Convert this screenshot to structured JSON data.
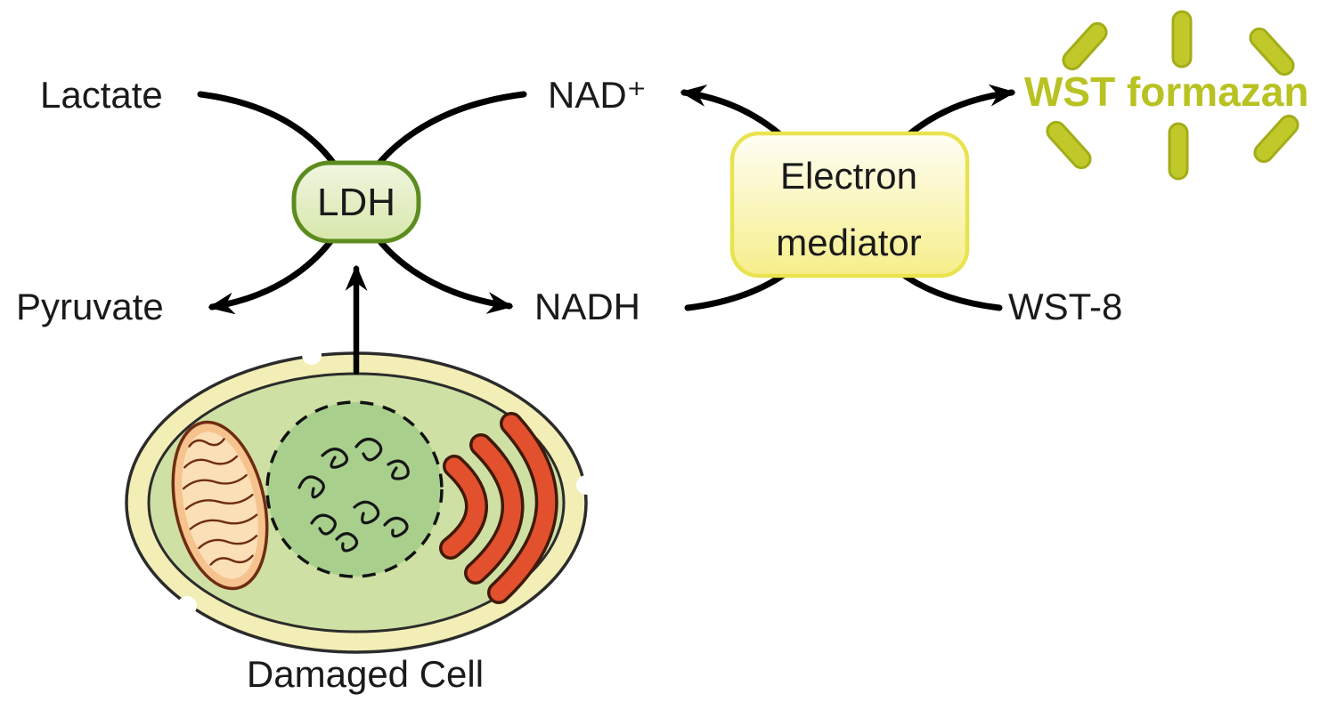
{
  "labels": {
    "lactate": "Lactate",
    "pyruvate": "Pyruvate",
    "nad_plus": "NAD⁺",
    "nadh": "NADH",
    "ldh": "LDH",
    "electron_mediator_line1": "Electron",
    "electron_mediator_line2": "mediator",
    "wst_formazan": "WST formazan",
    "wst8": "WST-8",
    "damaged_cell": "Damaged Cell"
  },
  "colors": {
    "arrow": "#000000",
    "ldh_box_border": "#5c8c1e",
    "ldh_box_fill_top": "#f0f6e0",
    "ldh_box_fill_bottom": "#d7e7ab",
    "mediator_box_border": "#e8e34f",
    "mediator_box_fill_top": "#fffef5",
    "mediator_box_fill_bottom": "#f6ee8a",
    "wst_formazan_text": "#b8c222",
    "ray_fill": "#c0c929",
    "ray_border": "#a3ad18",
    "cell_membrane": "#f2eeb6",
    "cell_cytoplasm": "#cfe0a4",
    "cell_outline": "#2b2b2b",
    "nucleus_fill": "#a9cf8d",
    "mitochondria_fill": "#f6c28e",
    "mitochondria_inner": "#fbdfb6",
    "mitochondria_outline": "#6e2c12",
    "er_fill": "#e2502e",
    "er_outline": "#401a08",
    "label_text": "#1a1a1a"
  }
}
